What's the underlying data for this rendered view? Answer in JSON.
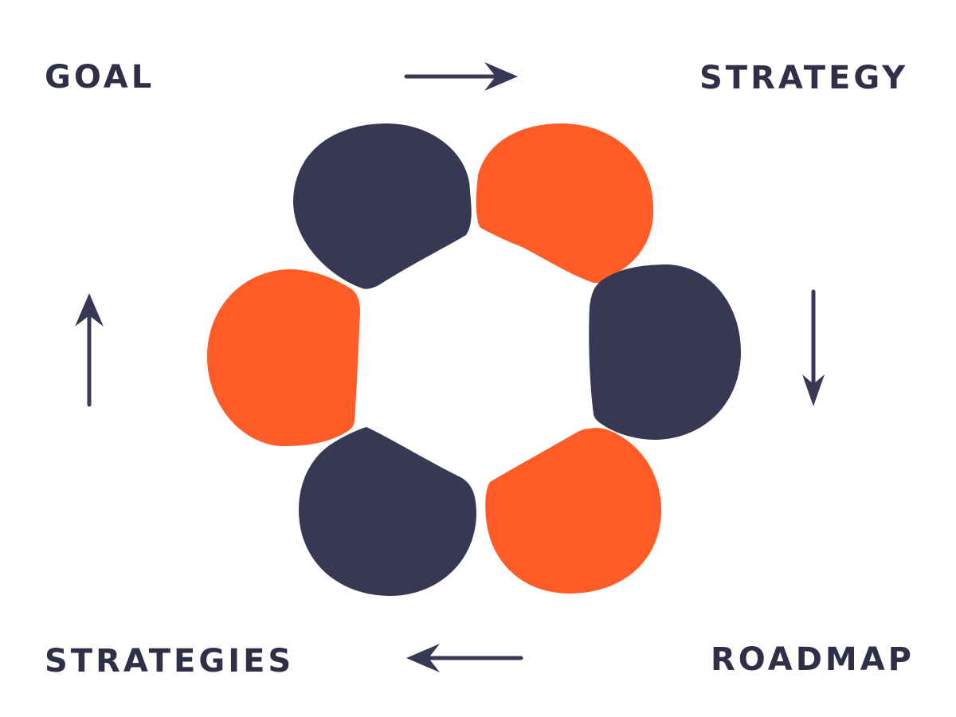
{
  "labels": {
    "goal": "GOAL",
    "strategy": "STRATEGY",
    "roadmap": "ROADMAP",
    "strategies": "STRATEGIES"
  },
  "colors": {
    "navy": "#383855",
    "orange": "#ff5c28",
    "text": "#2f2f47",
    "background": "#ffffff"
  },
  "petals": [
    {
      "position": "top-left",
      "color": "navy"
    },
    {
      "position": "top-right",
      "color": "orange"
    },
    {
      "position": "right",
      "color": "navy"
    },
    {
      "position": "bottom-right",
      "color": "orange"
    },
    {
      "position": "bottom-left",
      "color": "navy"
    },
    {
      "position": "left",
      "color": "orange"
    }
  ],
  "arrows": [
    {
      "from": "GOAL",
      "to": "STRATEGY",
      "direction": "right"
    },
    {
      "from": "STRATEGY",
      "to": "ROADMAP",
      "direction": "down"
    },
    {
      "from": "ROADMAP",
      "to": "STRATEGIES",
      "direction": "left"
    },
    {
      "from": "STRATEGIES",
      "to": "GOAL",
      "direction": "up"
    }
  ]
}
